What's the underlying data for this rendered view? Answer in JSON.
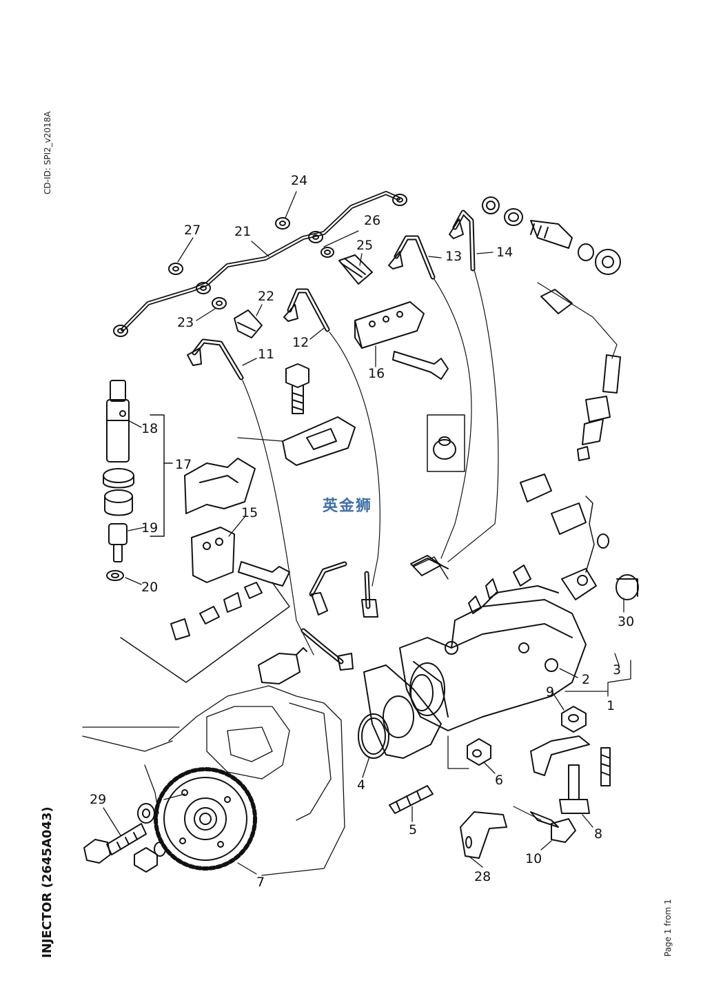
{
  "header": {
    "cd_id": "CD-ID: SPI2_v2018A"
  },
  "title": "INJECTOR (2645A043)",
  "footer": {
    "page": "Page 1 from 1"
  },
  "watermark": "英金狮",
  "callouts": [
    "1",
    "2",
    "3",
    "4",
    "5",
    "6",
    "7",
    "8",
    "9",
    "10",
    "11",
    "12",
    "13",
    "14",
    "15",
    "16",
    "17",
    "18",
    "19",
    "20",
    "21",
    "22",
    "23",
    "24",
    "25",
    "26",
    "27",
    "28",
    "29",
    "30"
  ]
}
